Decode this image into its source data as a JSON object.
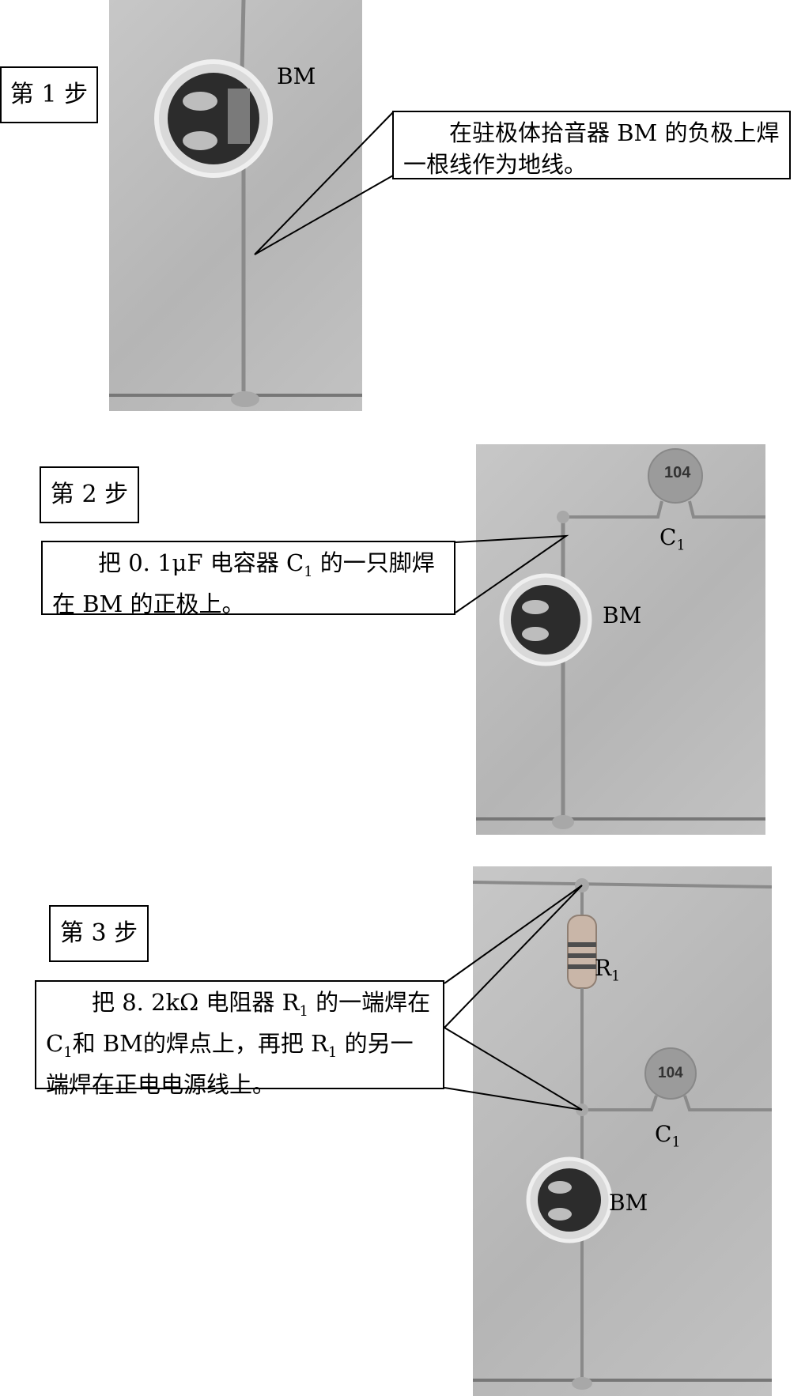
{
  "steps": [
    {
      "title": "第 1 步",
      "text": "在驻极体拾音器 BM 的负极上焊一根线作为地线。",
      "labels": {
        "bm": "BM"
      }
    },
    {
      "title": "第 2 步",
      "text_parts": [
        "把 0. 1μF 电容器 C",
        "1",
        " 的一只脚焊在 BM 的正极上。"
      ],
      "labels": {
        "bm": "BM",
        "cap_code": "104",
        "cap_name": "C",
        "cap_sub": "1"
      }
    },
    {
      "title": "第 3 步",
      "text_parts": [
        "把 8. 2kΩ 电阻器 R",
        "1",
        " 的一端焊在 C",
        "1",
        "和 BM的焊点上，再把 R",
        "1",
        " 的另一端焊在正电电源线上。"
      ],
      "labels": {
        "bm": "BM",
        "cap_code": "104",
        "cap_name": "C",
        "cap_sub": "1",
        "res_name": "R",
        "res_sub": "1"
      }
    }
  ],
  "colors": {
    "photo_bg": "#bdbdbd",
    "wire": "#8a8a8a",
    "mic_ring": "#d8d8d8",
    "mic_face": "#2b2b2b",
    "capacitor": "#9a9a9a"
  }
}
